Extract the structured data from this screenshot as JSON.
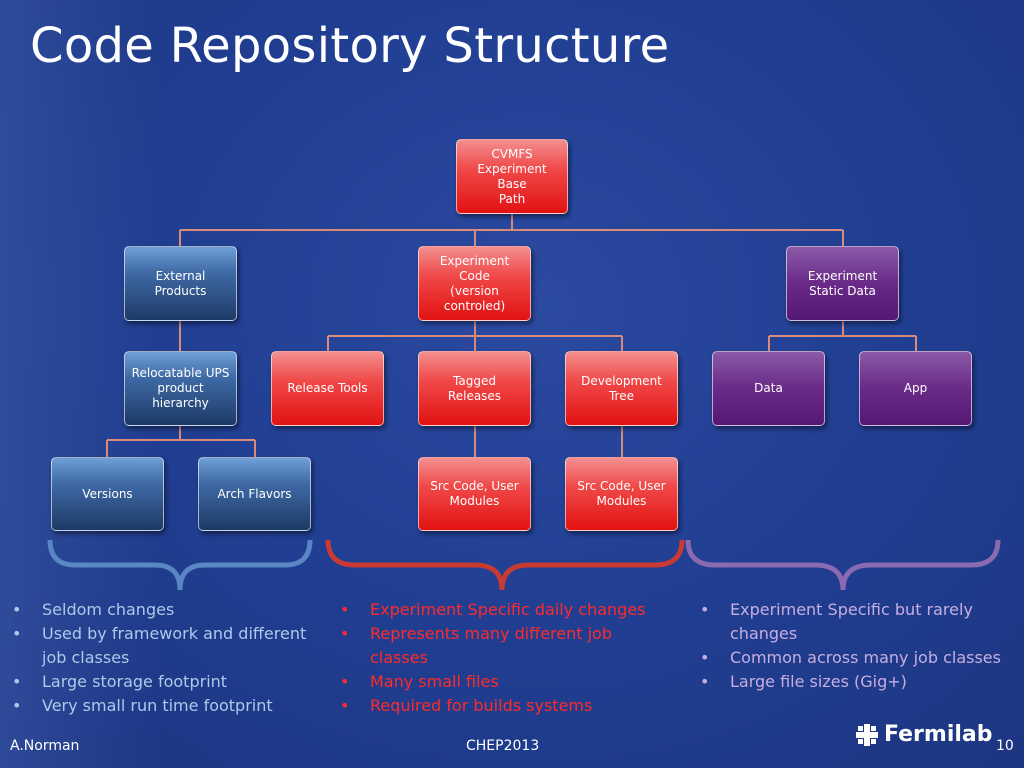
{
  "slide": {
    "title": "Code Repository Structure",
    "footer": {
      "author": "A.Norman",
      "conference": "CHEP2013",
      "page_number": "10",
      "logo_text": "Fermilab"
    }
  },
  "diagram": {
    "root": [
      "CVMFS",
      "Experiment Base",
      "Path"
    ],
    "external_products": [
      "External",
      "Products"
    ],
    "relocatable_ups": [
      "Relocatable UPS",
      "product",
      "hierarchy"
    ],
    "versions": [
      "Versions"
    ],
    "arch_flavors": [
      "Arch Flavors"
    ],
    "experiment_code": [
      "Experiment Code",
      "(version",
      "controled)"
    ],
    "release_tools": [
      "Release Tools"
    ],
    "tagged_releases": [
      "Tagged Releases"
    ],
    "development_tree": [
      "Development",
      "Tree"
    ],
    "src_code_tagged": [
      "Src Code, User",
      "Modules"
    ],
    "src_code_dev": [
      "Src Code, User",
      "Modules"
    ],
    "experiment_static_data": [
      "Experiment",
      "Static Data"
    ],
    "data": [
      "Data"
    ],
    "app": [
      "App"
    ]
  },
  "bullet_groups": {
    "external": {
      "color": "#aec9ea",
      "items": [
        {
          "lines": [
            "Seldom changes"
          ],
          "color": "#aec9ea"
        },
        {
          "lines": [
            "Used by framework and different",
            "job classes"
          ],
          "color": "#aec9ea"
        },
        {
          "lines": [
            "Large storage footprint"
          ],
          "color": "#aec9ea"
        },
        {
          "lines": [
            "Very small run time footprint"
          ],
          "color": "#aec9ea"
        }
      ]
    },
    "experiment_code": {
      "color": "#ff2a2a",
      "items": [
        {
          "lines": [
            "Experiment Specific daily changes"
          ],
          "color": "#ff2a2a"
        },
        {
          "lines": [
            "Represents many different job",
            "classes"
          ],
          "color": "#ff2a2a"
        },
        {
          "lines": [
            "Many small files"
          ],
          "color": "#ff2a2a"
        },
        {
          "lines": [
            "Required for builds systems"
          ],
          "color": "#ff2a2a"
        }
      ]
    },
    "static_data": {
      "color": "#c7aee0",
      "items": [
        {
          "lines": [
            "Experiment Specific but rarely",
            "changes"
          ],
          "color": "#c7aee0"
        },
        {
          "lines": [
            "Common across many job classes"
          ],
          "color": "#c7aee0"
        },
        {
          "lines": [
            "Large file sizes (Gig+)"
          ],
          "color": "#c7aee0"
        }
      ]
    }
  },
  "icons": {
    "bullet": "bullet-dot-icon",
    "logo": "fermilab-logo-icon"
  },
  "colors": {
    "background": "#213f93",
    "connector": "#d98a7a",
    "brace_blue": "#5b86c4",
    "brace_red": "#c83a32",
    "brace_purple": "#8a6ab0"
  }
}
